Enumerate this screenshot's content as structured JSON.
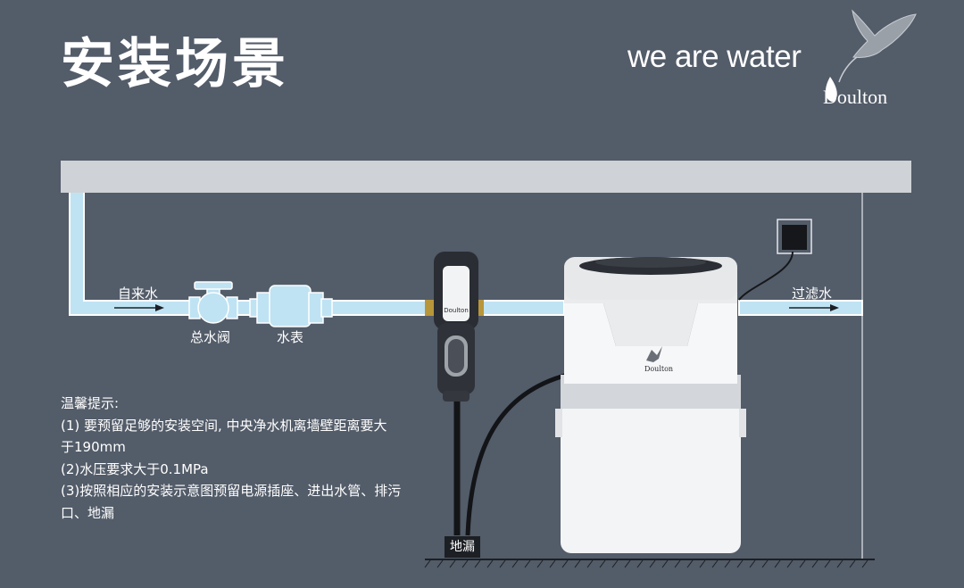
{
  "title": "安装场景",
  "brand": {
    "slogan": "we are water",
    "name": "Doulton",
    "logo_icon": "kingfisher-water-drop-icon"
  },
  "labels": {
    "tap_water": "自来水",
    "main_valve": "总水阀",
    "water_meter": "水表",
    "filtered_water": "过滤水",
    "floor_drain": "地漏"
  },
  "unit_brand": "Doulton",
  "tips": {
    "heading": "温馨提示:",
    "lines": [
      "(1) 要预留足够的安装空间, 中央净水机离墙壁距离要大",
      "于190mm",
      "(2)水压要求大于0.1MPa",
      "(3)按照相应的安装示意图预留电源插座、进出水管、排污",
      "口、地漏"
    ]
  },
  "colors": {
    "background": "#535c69",
    "pipe": "#bfe3f3",
    "ceiling": "#cfd2d6"
  }
}
